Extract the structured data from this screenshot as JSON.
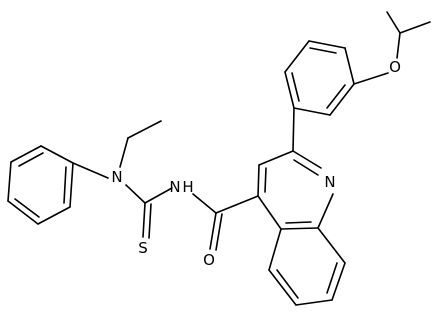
{
  "atoms": {
    "nitrogen_amine": "N",
    "nitrogen_amide": "N",
    "hydrogen_amide": "H",
    "sulfur": "S",
    "oxygen_carbonyl": "O",
    "nitrogen_ring": "N",
    "oxygen_ether": "O"
  },
  "colors": {
    "bond": "#000000",
    "label": "#000000",
    "background": "#ffffff"
  }
}
